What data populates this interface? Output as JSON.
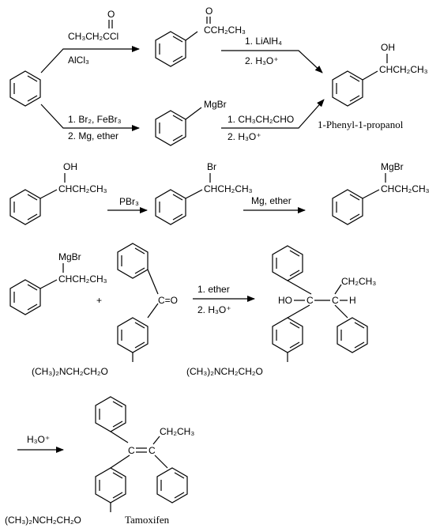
{
  "steps": {
    "acylation": {
      "reagent": "CH₃CH₂CCl",
      "carbonyl_o": "O",
      "catalyst": "AlCl₃"
    },
    "grignard_route": {
      "line1": "1. Br₂, FeBr₃",
      "line2": "2. Mg, ether"
    },
    "ketone": {
      "carbonyl_o": "O",
      "chain": "CCH₂CH₃"
    },
    "reduction": {
      "line1": "1. LiAlH₄",
      "line2": "2. H₃O⁺"
    },
    "phenylmagnesium_bromide": {
      "label": "MgBr"
    },
    "aldehyde_addition": {
      "line1": "1. CH₃CH₂CHO",
      "line2": "2. H₃O⁺"
    },
    "alcohol_product": {
      "oh": "OH",
      "chain": "CHCH₂CH₃",
      "name": "1-Phenyl-1-propanol"
    }
  },
  "row2": {
    "alcohol": {
      "oh": "OH",
      "chain": "CHCH₂CH₃"
    },
    "pbr3": "PBr₃",
    "bromide": {
      "br": "Br",
      "chain": "CHCH₂CH₃"
    },
    "mg_ether": "Mg, ether",
    "grignard": {
      "mgbr": "MgBr",
      "chain": "CHCH₂CH₃"
    }
  },
  "row3": {
    "grignard": {
      "mgbr": "MgBr",
      "chain": "CHCH₂CH₃"
    },
    "plus": "+",
    "ketone": {
      "co": "C=O",
      "amine": "(CH₃)₂NCH₂CH₂O"
    },
    "conditions": {
      "line1": "1. ether",
      "line2": "2. H₃O⁺"
    },
    "product": {
      "ethyl": "CH₂CH₃",
      "ho": "HO",
      "c1": "C",
      "c2": "C",
      "h": "H",
      "amine": "(CH₃)₂NCH₂CH₂O"
    }
  },
  "row4": {
    "acid": "H₃O⁺",
    "ethyl": "CH₂CH₃",
    "c1": "C",
    "c2": "C",
    "amine": "(CH₃)₂NCH₂CH₂O",
    "name": "Tamoxifen"
  }
}
